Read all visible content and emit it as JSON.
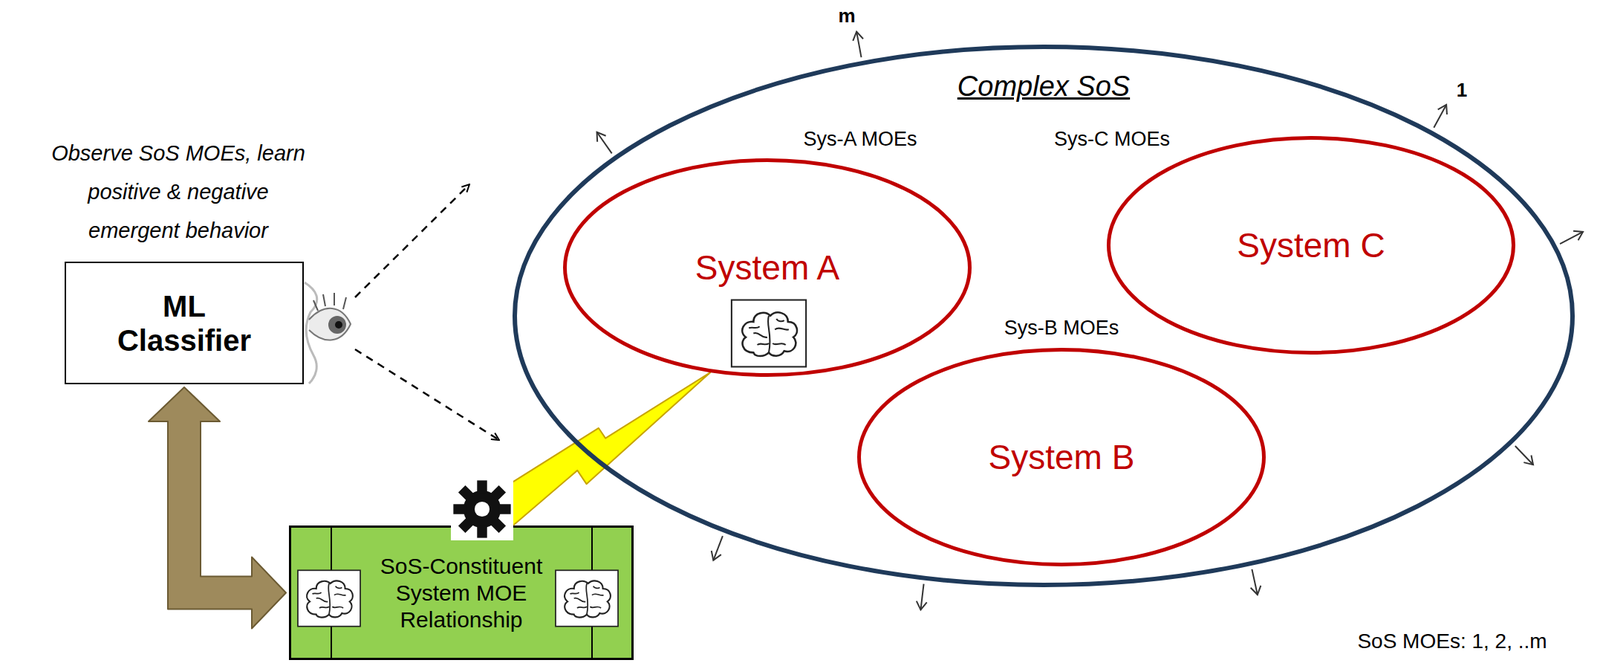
{
  "diagram": {
    "nodes": [
      {
        "text": [
          "Complex SoS"
        ]
      },
      {
        "text": [
          "System A"
        ],
        "in": 0
      },
      {
        "text": [
          "System C"
        ],
        "in": 0
      },
      {
        "text": [
          "System B"
        ],
        "in": 0
      },
      {
        "text": [
          "ML Classifier"
        ]
      },
      {
        "text": [
          "SoS-Constituent System MOE Relationship"
        ]
      }
    ],
    "edges": [
      {
        "from": 4,
        "to": 5,
        "arrow": "both"
      },
      {
        "from": 5,
        "to": 1,
        "arrow": "none"
      }
    ],
    "labels": [
      "Observe SoS MOEs, learn positive & negative emergent behavior",
      "Sys-A MOEs",
      "Sys-C MOEs",
      "Sys-B MOEs",
      "m",
      "1",
      "SoS MOEs: 1, 2, ..m"
    ]
  }
}
